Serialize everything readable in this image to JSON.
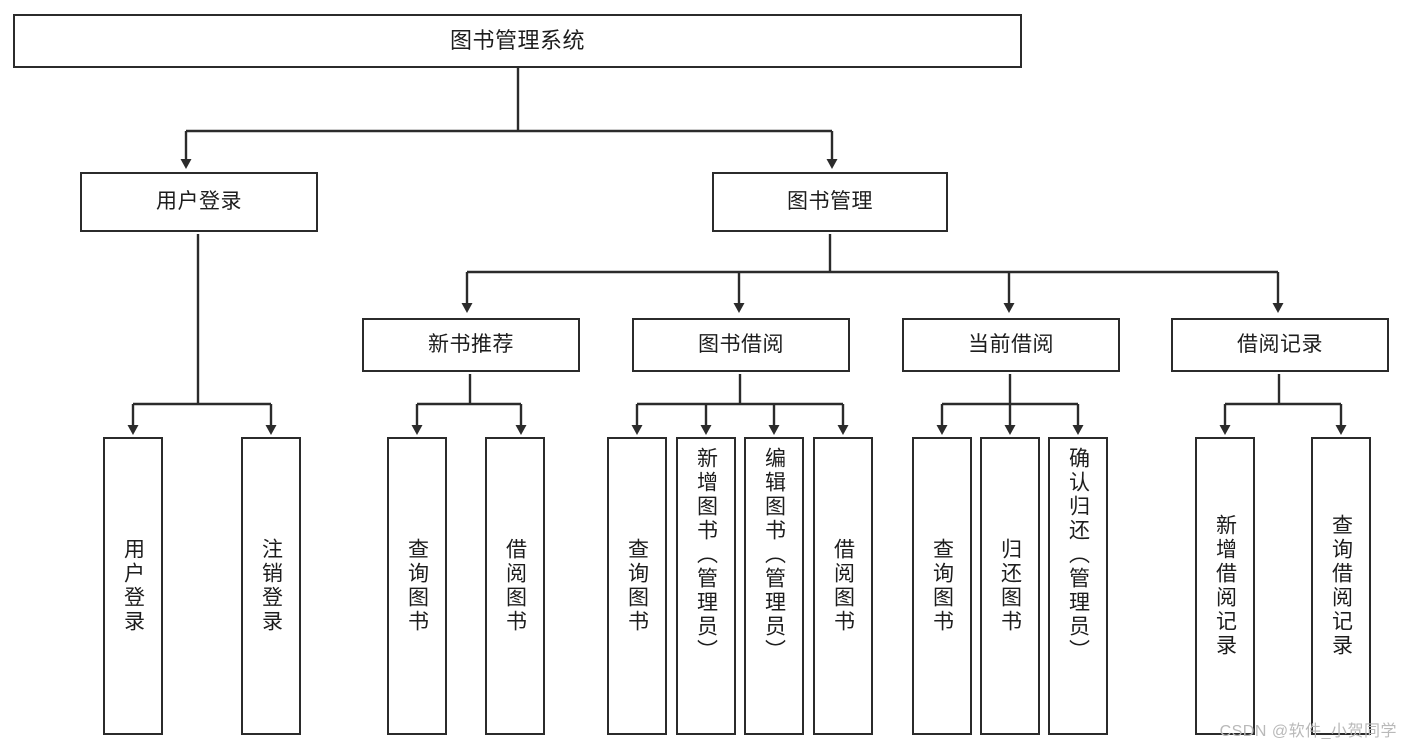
{
  "diagram": {
    "title": "图书管理系统",
    "type": "tree",
    "colors": {
      "box_border": "#2b2b2b",
      "box_fill": "#ffffff",
      "connector": "#2b2b2b",
      "text": "#1d1d1d",
      "watermark": "#b9b9b9"
    },
    "nodes": {
      "root": {
        "label": "图书管理系统",
        "orientation": "horizontal"
      },
      "level1": [
        {
          "id": "user-login",
          "label": "用户登录",
          "orientation": "horizontal"
        },
        {
          "id": "book-manage",
          "label": "图书管理",
          "orientation": "horizontal"
        }
      ],
      "level2": [
        {
          "id": "new-book-recommend",
          "label": "新书推荐",
          "orientation": "horizontal"
        },
        {
          "id": "book-borrow",
          "label": "图书借阅",
          "orientation": "horizontal"
        },
        {
          "id": "current-borrow",
          "label": "当前借阅",
          "orientation": "horizontal"
        },
        {
          "id": "borrow-record",
          "label": "借阅记录",
          "orientation": "horizontal"
        }
      ],
      "leaves": {
        "user-login": [
          {
            "id": "leaf-user-login",
            "label": "用户登录",
            "orientation": "vertical"
          },
          {
            "id": "leaf-logout-login",
            "label": "注销登录",
            "orientation": "vertical"
          }
        ],
        "new-book-recommend": [
          {
            "id": "leaf-query-book-1",
            "label": "查询图书",
            "orientation": "vertical"
          },
          {
            "id": "leaf-borrow-book-1",
            "label": "借阅图书",
            "orientation": "vertical"
          }
        ],
        "book-borrow": [
          {
            "id": "leaf-query-book-2",
            "label": "查询图书",
            "orientation": "vertical"
          },
          {
            "id": "leaf-add-book-admin",
            "label": "新增图书（管理员）",
            "orientation": "vertical"
          },
          {
            "id": "leaf-edit-book-admin",
            "label": "编辑图书（管理员）",
            "orientation": "vertical"
          },
          {
            "id": "leaf-borrow-book-2",
            "label": "借阅图书",
            "orientation": "vertical"
          }
        ],
        "current-borrow": [
          {
            "id": "leaf-query-book-3",
            "label": "查询图书",
            "orientation": "vertical"
          },
          {
            "id": "leaf-return-book",
            "label": "归还图书",
            "orientation": "vertical"
          },
          {
            "id": "leaf-confirm-return-admin",
            "label": "确认归还（管理员）",
            "orientation": "vertical"
          }
        ],
        "borrow-record": [
          {
            "id": "leaf-add-borrow-record",
            "label": "新增借阅记录",
            "orientation": "vertical"
          },
          {
            "id": "leaf-query-borrow-record",
            "label": "查询借阅记录",
            "orientation": "vertical"
          }
        ]
      }
    },
    "watermark": "CSDN @软件_小贺同学"
  }
}
